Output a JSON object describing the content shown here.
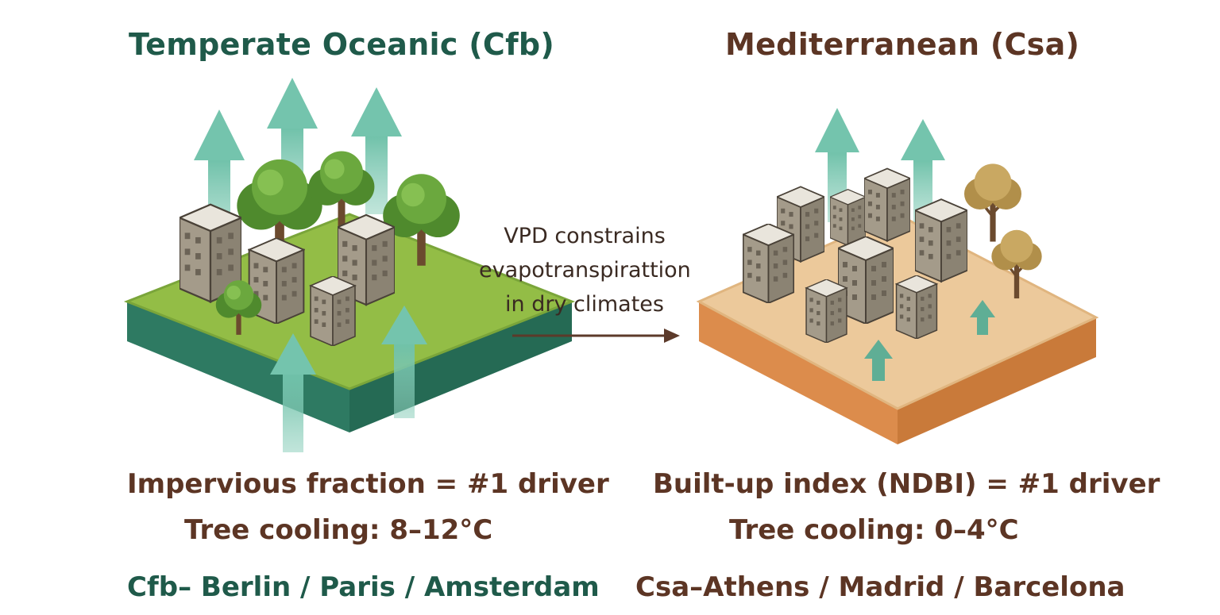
{
  "left": {
    "title": "Temperate Oceanic (Cfb)",
    "driver": "Impervious fraction = #1 driver",
    "cooling": "Tree cooling: 8–12°C",
    "cities": "Cfb– Berlin / Paris / Amsterdam"
  },
  "right": {
    "title": "Mediterranean (Csa)",
    "driver": "Built-up index (NDBI) = #1 driver",
    "cooling": "Tree cooling: 0–4°C",
    "cities": "Csa–Athens / Madrid / Barcelona"
  },
  "middle": {
    "label": "VPD constrains\nevapotranspirattion\nin dry climates"
  },
  "colors": {
    "temperate_title": "#1f5a4a",
    "mediterranean_title": "#5c3524",
    "grass_top": "#93bd46",
    "grass_side": "#2e7a62",
    "sand_top": "#ecc99b",
    "sand_side": "#dc8c4c",
    "building": "#a49b8a",
    "arrow_mint": "#8fd0bd",
    "arrow_dark": "#5fae95",
    "tree_green": "#5e9636",
    "tree_dry": "#c2a05a"
  },
  "icons": [
    "evaporation-arrow",
    "building-block",
    "green-tree",
    "dry-tree",
    "flow-arrow"
  ]
}
